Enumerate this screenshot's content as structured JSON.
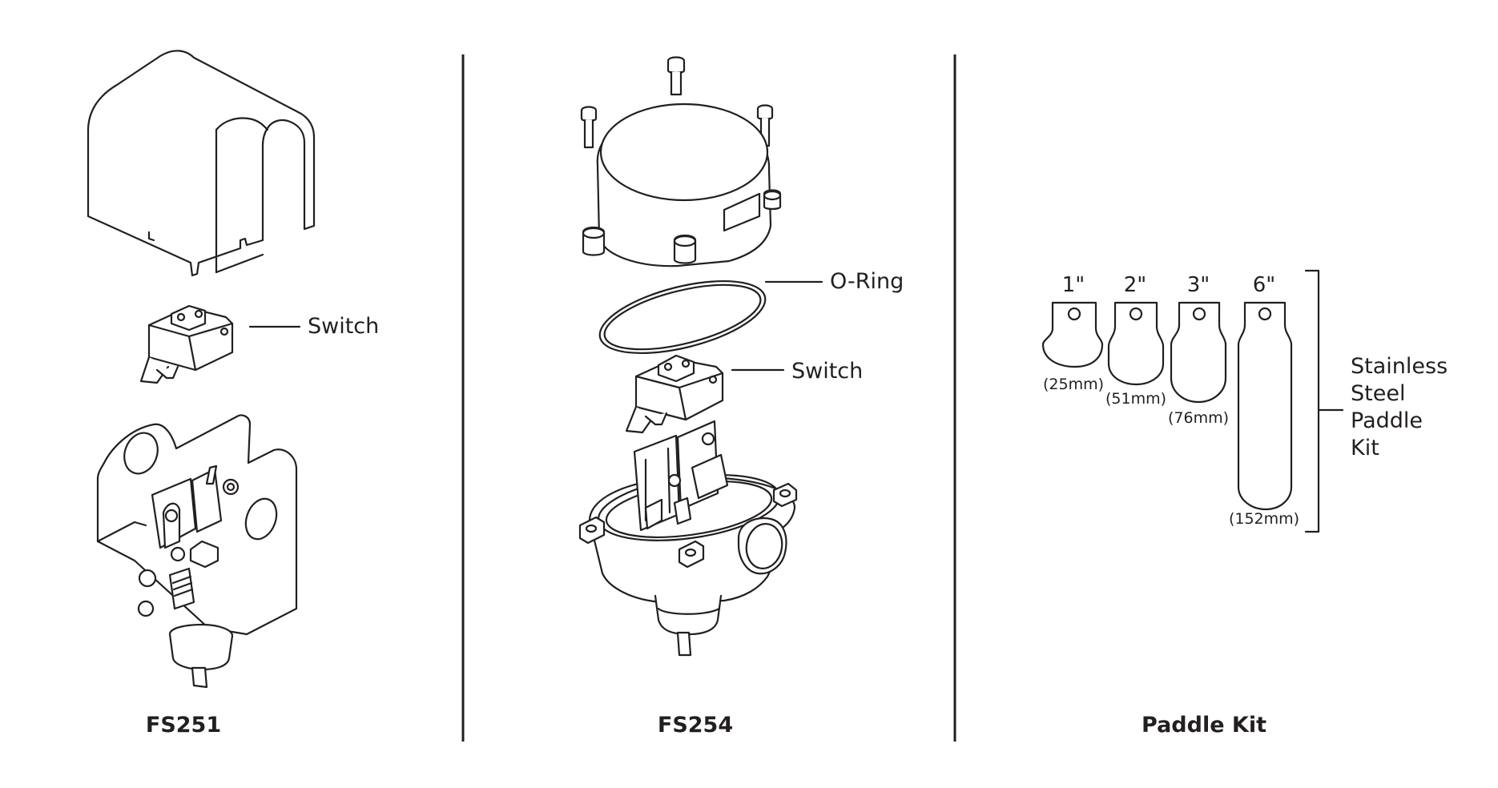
{
  "panels": [
    {
      "title": "FS251",
      "callouts": [
        "Switch"
      ]
    },
    {
      "title": "FS254",
      "callouts": [
        "O-Ring",
        "Switch"
      ]
    },
    {
      "title": "Paddle Kit",
      "paddles": [
        {
          "size": "1\"",
          "metric": "(25mm)"
        },
        {
          "size": "2\"",
          "metric": "(51mm)"
        },
        {
          "size": "3\"",
          "metric": "(76mm)"
        },
        {
          "size": "6\"",
          "metric": "(152mm)"
        }
      ],
      "bracket_label": [
        "Stainless",
        "Steel",
        "Paddle",
        "Kit"
      ]
    }
  ],
  "colors": {
    "ink": "#231f20",
    "background": "#ffffff"
  }
}
